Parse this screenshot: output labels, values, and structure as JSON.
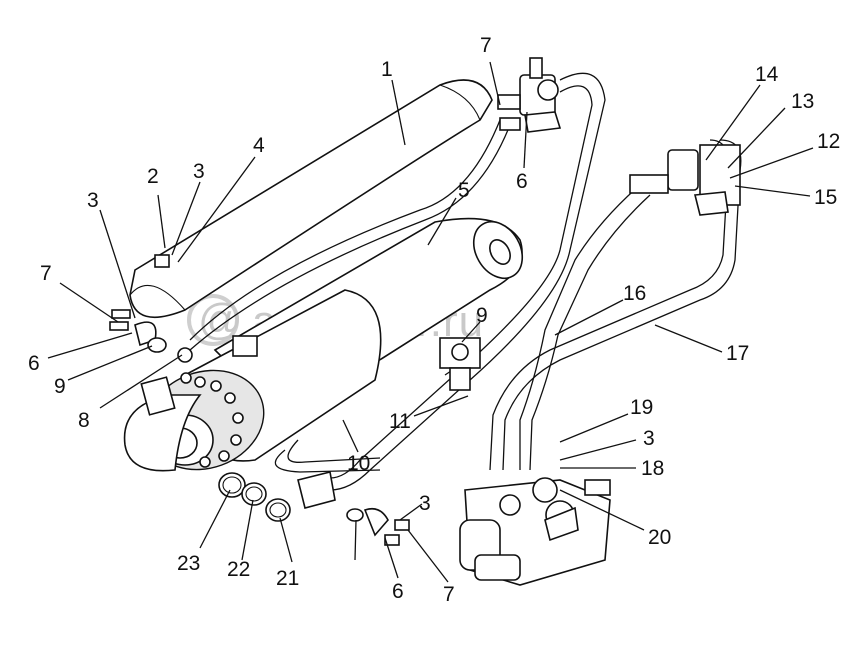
{
  "watermark": "autopiter.ru",
  "callouts": [
    {
      "id": "c1",
      "text": "1"
    },
    {
      "id": "c2",
      "text": "2"
    },
    {
      "id": "c3a",
      "text": "3"
    },
    {
      "id": "c4",
      "text": "4"
    },
    {
      "id": "c3b",
      "text": "3"
    },
    {
      "id": "c7a",
      "text": "7"
    },
    {
      "id": "c6a",
      "text": "6"
    },
    {
      "id": "c9a",
      "text": "9"
    },
    {
      "id": "c8",
      "text": "8"
    },
    {
      "id": "c5",
      "text": "5"
    },
    {
      "id": "c7b",
      "text": "7"
    },
    {
      "id": "c6b",
      "text": "6"
    },
    {
      "id": "c14",
      "text": "14"
    },
    {
      "id": "c13",
      "text": "13"
    },
    {
      "id": "c12",
      "text": "12"
    },
    {
      "id": "c15",
      "text": "15"
    },
    {
      "id": "c16",
      "text": "16"
    },
    {
      "id": "c9b",
      "text": "9"
    },
    {
      "id": "c17",
      "text": "17"
    },
    {
      "id": "c11",
      "text": "11"
    },
    {
      "id": "c10",
      "text": "10"
    },
    {
      "id": "c19",
      "text": "19"
    },
    {
      "id": "c3c",
      "text": "3"
    },
    {
      "id": "c18",
      "text": "18"
    },
    {
      "id": "c20",
      "text": "20"
    },
    {
      "id": "c3d",
      "text": "3"
    },
    {
      "id": "c6c",
      "text": "6"
    },
    {
      "id": "c7c",
      "text": "7"
    },
    {
      "id": "c23",
      "text": "23"
    },
    {
      "id": "c22",
      "text": "22"
    },
    {
      "id": "c21",
      "text": "21"
    }
  ]
}
